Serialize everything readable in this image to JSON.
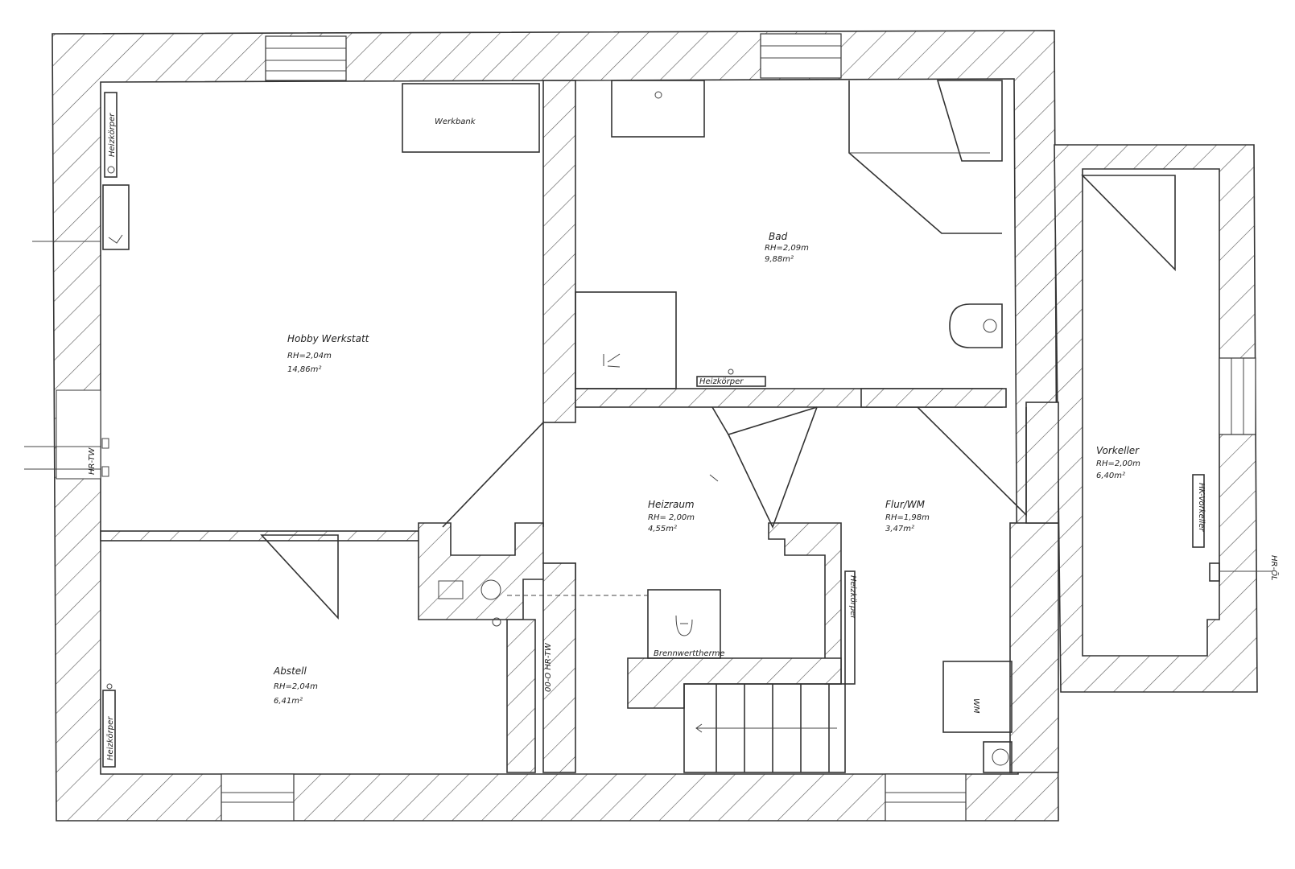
{
  "rooms": {
    "werkstatt": {
      "name": "Hobby Werkstatt",
      "height": "RH=2,04m",
      "area": "14,86m²"
    },
    "bad": {
      "name": "Bad",
      "height": "RH=2,09m",
      "area": "9,88m²"
    },
    "abstell": {
      "name": "Abstell",
      "height": "RH=2,04m",
      "area": "6,41m²"
    },
    "heizraum": {
      "name": "Heizraum",
      "height": "RH= 2,00m",
      "area": "4,55m²"
    },
    "flur": {
      "name": "Flur/WM",
      "height": "RH=1,98m",
      "area": "3,47m²"
    },
    "vorkeller": {
      "name": "Vorkeller",
      "height": "RH=2,00m",
      "area": "6,40m²"
    }
  },
  "fixtures": {
    "werkbank": "Werkbank",
    "brennwert": "Brennwerttherme",
    "wm": "WM",
    "heizkoerper": "Heizkörper",
    "heizkoerper_bad": "Heizkörper",
    "heizkoerper_abstell": "Heizkörper",
    "heizkoerper_vorkeller": "HK-Vorkeller",
    "heizkoerper_flur": "Heizkörper",
    "leitung_hr_tw": "HR-TW",
    "leitung_hr_tw_vertical": "00-O HR-TW",
    "hr_oel": "HR-ÖL"
  }
}
